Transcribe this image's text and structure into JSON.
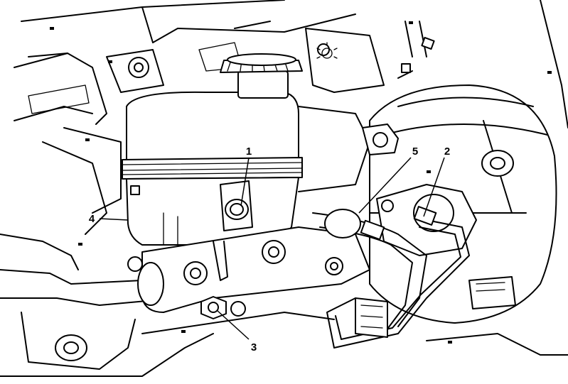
{
  "callouts": [
    {
      "id": "1",
      "label": "1"
    },
    {
      "id": "2",
      "label": "2"
    },
    {
      "id": "3",
      "label": "3"
    },
    {
      "id": "4",
      "label": "4"
    },
    {
      "id": "5",
      "label": "5"
    }
  ],
  "icons": {
    "warning_symbol": "light-bulb-warning-icon"
  }
}
